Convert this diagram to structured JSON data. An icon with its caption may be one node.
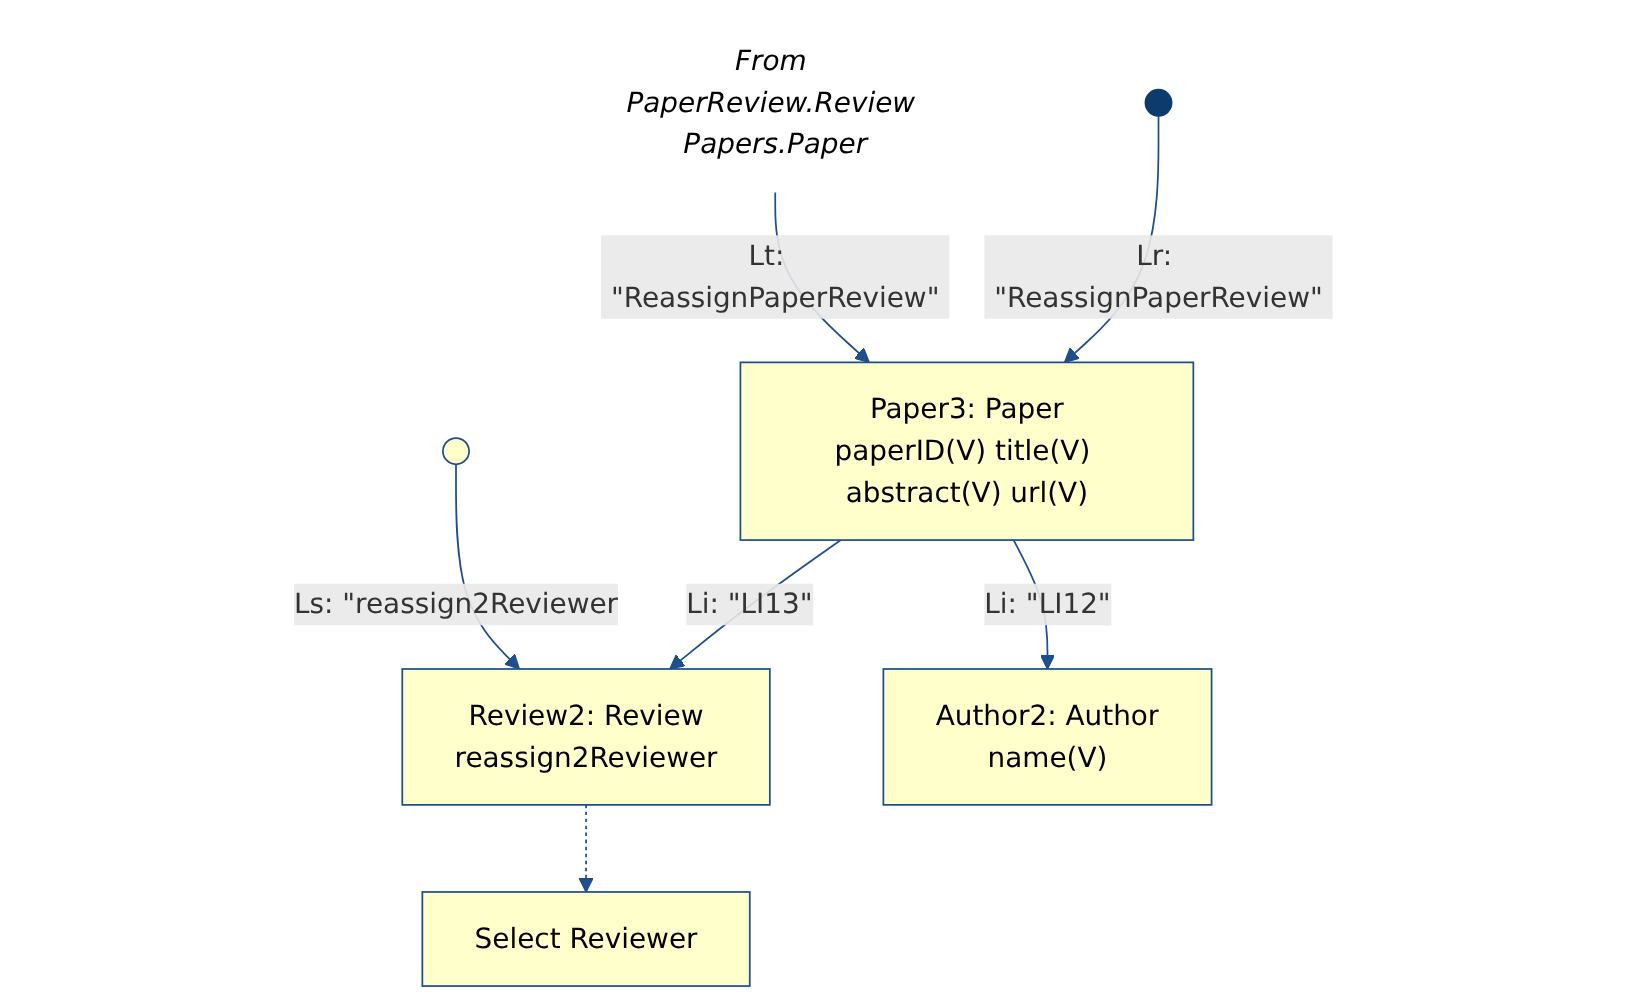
{
  "diagram": {
    "nodes": [
      {
        "text": [],
        "shape": "circle"
      },
      {
        "text": [
          "From PaperReview.Review Papers.Paper"
        ]
      },
      {
        "text": [
          "Paper3: Paper",
          "paperID(V) title(V) abstract(V) url(V)"
        ]
      },
      {
        "text": [
          "Review2: Review",
          "reassign2Reviewer"
        ]
      },
      {
        "text": [],
        "shape": "circle"
      },
      {
        "text": [
          "Author2: Author",
          "name(V)"
        ]
      },
      {
        "text": [
          "Select Reviewer"
        ]
      }
    ],
    "edges": [
      {
        "from": 0,
        "to": 2,
        "arrow": "to",
        "label": "Lr: \"ReassignPaperReview\""
      },
      {
        "from": 1,
        "to": 2,
        "arrow": "to",
        "label": "Lt:  \"ReassignPaperReview\""
      },
      {
        "from": 2,
        "to": 3,
        "arrow": "to",
        "label": "Li: \"LI13\""
      },
      {
        "from": 4,
        "to": 3,
        "arrow": "to",
        "label": "Ls: \"reassign2Reviewer"
      },
      {
        "from": 2,
        "to": 5,
        "arrow": "to",
        "label": "Li: \"LI12\""
      },
      {
        "from": 3,
        "to": 6,
        "arrow": "to",
        "style": "dashed"
      }
    ]
  }
}
